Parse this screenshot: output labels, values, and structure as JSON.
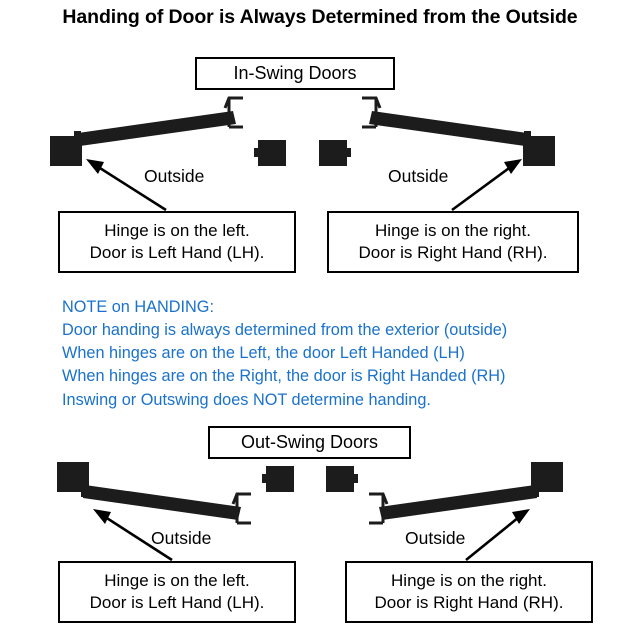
{
  "title": "Handing of Door is Always Determined from the Outside",
  "colors": {
    "note_blue": "#1a72cc",
    "ink": "#000000",
    "paper": "#ffffff",
    "door_fill": "#1c1c1c"
  },
  "sections": {
    "inswing": {
      "header": "In-Swing Doors",
      "panels": [
        {
          "side": "left",
          "outside_label": "Outside",
          "callout_line1": "Hinge is on the left.",
          "callout_line2": "Door is Left Hand (LH)."
        },
        {
          "side": "right",
          "outside_label": "Outside",
          "callout_line1": "Hinge is on the right.",
          "callout_line2": "Door is Right Hand (RH)."
        }
      ]
    },
    "outswing": {
      "header": "Out-Swing Doors",
      "panels": [
        {
          "side": "left",
          "outside_label": "Outside",
          "callout_line1": "Hinge is on the left.",
          "callout_line2": "Door is Left Hand (LH)."
        },
        {
          "side": "right",
          "outside_label": "Outside",
          "callout_line1": "Hinge is on the right.",
          "callout_line2": "Door is Right Hand (RH)."
        }
      ]
    }
  },
  "note": {
    "heading": "NOTE on HANDING:",
    "lines": [
      "Door handing is always determined from the exterior (outside)",
      "When hinges are on the Left, the door Left Handed (LH)",
      "When hinges are on the Right, the door is Right Handed (RH)",
      "Inswing or Outswing does NOT determine handing."
    ]
  }
}
